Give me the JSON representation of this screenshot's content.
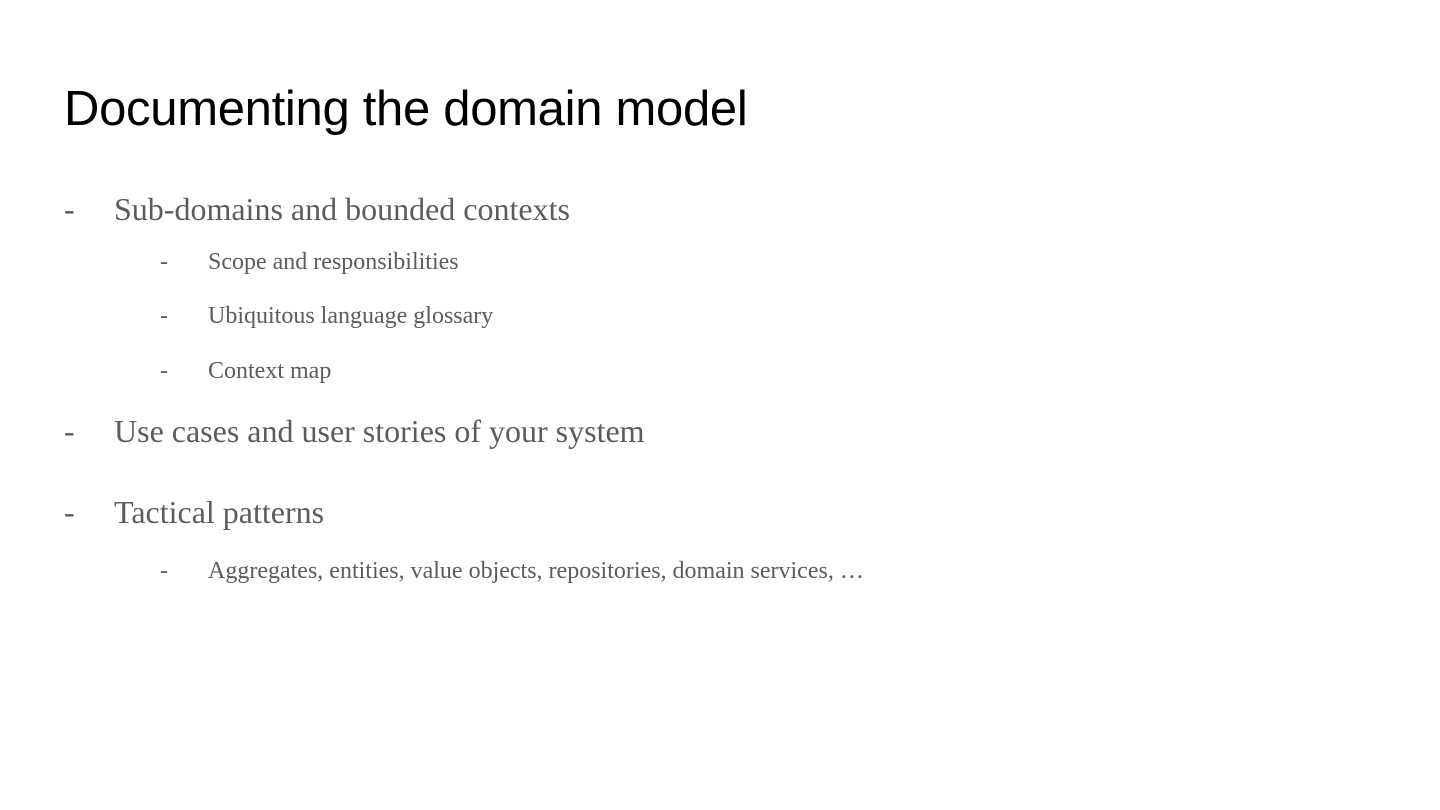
{
  "slide": {
    "title": "Documenting the domain model",
    "background_color": "#ffffff",
    "title_color": "#000000",
    "body_color": "#5c5c5c",
    "bullet_marker": "-",
    "outline": [
      {
        "level": 1,
        "text": "Sub-domains and bounded contexts",
        "children": [
          {
            "level": 2,
            "text": "Scope and responsibilities"
          },
          {
            "level": 2,
            "text": "Ubiquitous language glossary"
          },
          {
            "level": 2,
            "text": "Context map"
          }
        ]
      },
      {
        "level": 1,
        "text": "Use cases and user stories of your system",
        "children": []
      },
      {
        "level": 1,
        "text": "Tactical patterns",
        "children": [
          {
            "level": 2,
            "text": "Aggregates, entities, value objects, repositories, domain services, …"
          }
        ]
      }
    ]
  }
}
